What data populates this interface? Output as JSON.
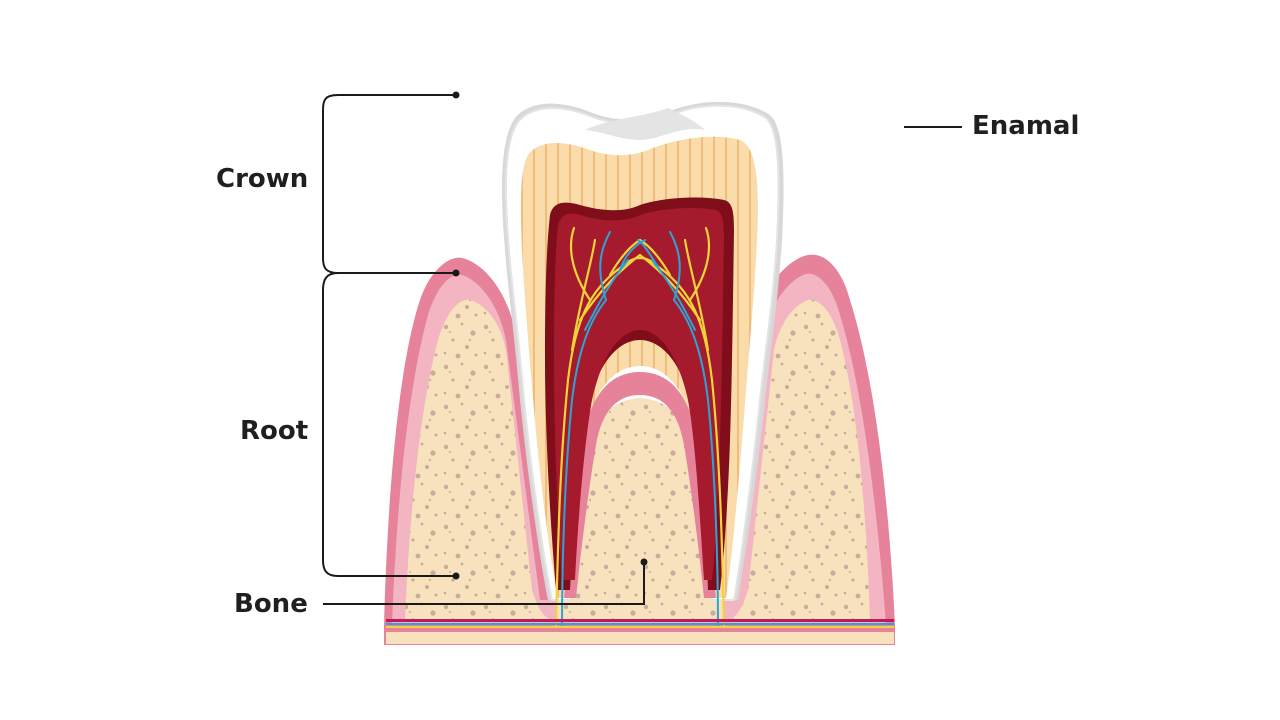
{
  "labels": {
    "crown": "Crown",
    "root": "Root",
    "bone": "Bone",
    "enamel": "Enamal"
  },
  "colors": {
    "gum_outer": "#e6839a",
    "gum_inner": "#f3b5c1",
    "bone": "#f7e2bd",
    "bone_spots": "#c8ab9a",
    "enamel": "#ffffff",
    "enamel_shade": "#e4e4e4",
    "dentin": "#f9dcaa",
    "dentin_lines": "#f0bc7c",
    "pulp_dark": "#7f0d1a",
    "pulp": "#a51a2c",
    "nerve": "#f2d33b",
    "vessel": "#2aa5d6",
    "leader_line": "#1a1a1a"
  }
}
